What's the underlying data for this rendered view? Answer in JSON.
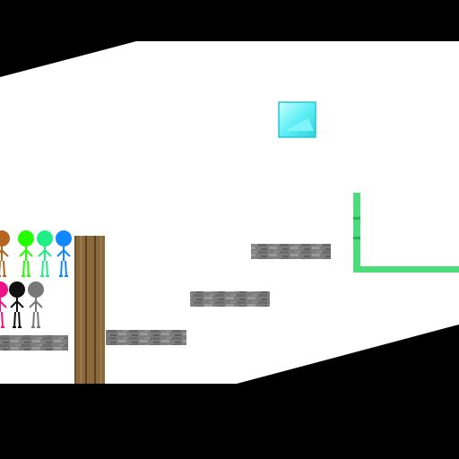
{
  "scene": {
    "colors": {
      "void": "#000000",
      "floor": "#ffffff",
      "stone": "#7d7d7d",
      "stone_dark": "#5e5e5e",
      "stone_light": "#a3a3a3",
      "wood": "#8a6a3c",
      "wood_dark": "#5a4220",
      "diamond": "#4fe8f0",
      "diamond_light": "#b8fbff",
      "emerald": "#4ddc7a"
    },
    "icons": [
      "stone-block",
      "oak-log",
      "diamond-block",
      "emerald-wire",
      "stick-figure"
    ],
    "characters": [
      {
        "name": "orange",
        "color": "#b5651d"
      },
      {
        "name": "lime",
        "color": "#22ff00"
      },
      {
        "name": "mint",
        "color": "#22ee88"
      },
      {
        "name": "blue",
        "color": "#1188ff"
      },
      {
        "name": "pink",
        "color": "#ee1188"
      },
      {
        "name": "black",
        "color": "#111111"
      },
      {
        "name": "gray",
        "color": "#777777"
      }
    ]
  }
}
